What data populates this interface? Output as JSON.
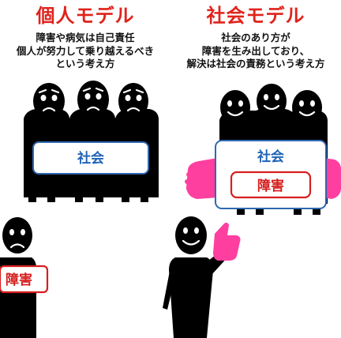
{
  "individual_model": {
    "title": "個人モデル",
    "description_lines": [
      "障害や病気は自己責任",
      "個人が努力して乗り越えるべき",
      "という考え方"
    ],
    "society_sign": "社会",
    "person_sign": "障害"
  },
  "social_model": {
    "title": "社会モデル",
    "description_lines": [
      "社会のあり方が",
      "障害を生み出しており、",
      "解決は社会の責務という考え方"
    ],
    "society_sign": "社会",
    "barrier_sign": "障害"
  },
  "colors": {
    "title_red": "#e0231c",
    "sign_blue": "#1f63b8",
    "sign_red": "#d61f1f",
    "hand_pink": "#ff3fa0",
    "figure_black": "#000000"
  },
  "icons": [
    "sad-face-icon",
    "smiling-face-icon",
    "helping-hand-icon",
    "thumbs-up-icon"
  ]
}
